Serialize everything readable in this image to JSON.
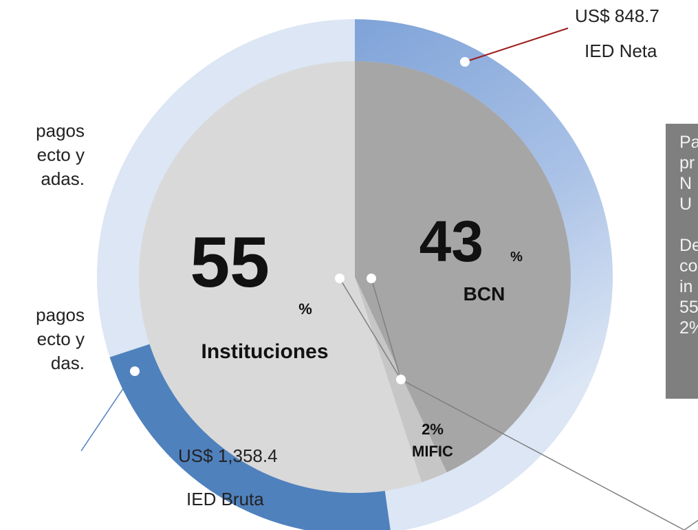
{
  "chart_data": {
    "type": "pie",
    "inner_slices": [
      {
        "name": "Instituciones",
        "value": 55,
        "label_value": "55",
        "unit": "%",
        "color": "#d9d9d9"
      },
      {
        "name": "BCN",
        "value": 43,
        "label_value": "43",
        "unit": "%",
        "color": "#a6a6a6"
      },
      {
        "name": "MIFIC",
        "value": 2,
        "label": "2%",
        "color": "#c6c6c6"
      }
    ],
    "outer_ring": [
      {
        "name": "IED Neta",
        "amount": "US$ 848.7",
        "value": 848.7,
        "color": "#7fa3d8"
      },
      {
        "name": "IED Bruta",
        "amount": "US$ 1,358.4",
        "value": 1358.4,
        "color": "#4f81bd"
      }
    ]
  },
  "left_text": {
    "line1": "pagos",
    "line2": "ecto y",
    "line3": "adas.",
    "line4": "pagos",
    "line5": "ecto y",
    "line6": "das."
  },
  "side_box": {
    "lines_a": [
      "Pa",
      "pr",
      "N",
      "U"
    ],
    "lines_b": [
      "De",
      "co",
      "in",
      "55",
      "2%"
    ]
  },
  "colors": {
    "leader_red": "#9b1c1c",
    "leader_blue": "#4f81bd",
    "leader_gray": "#7f7f7f"
  }
}
